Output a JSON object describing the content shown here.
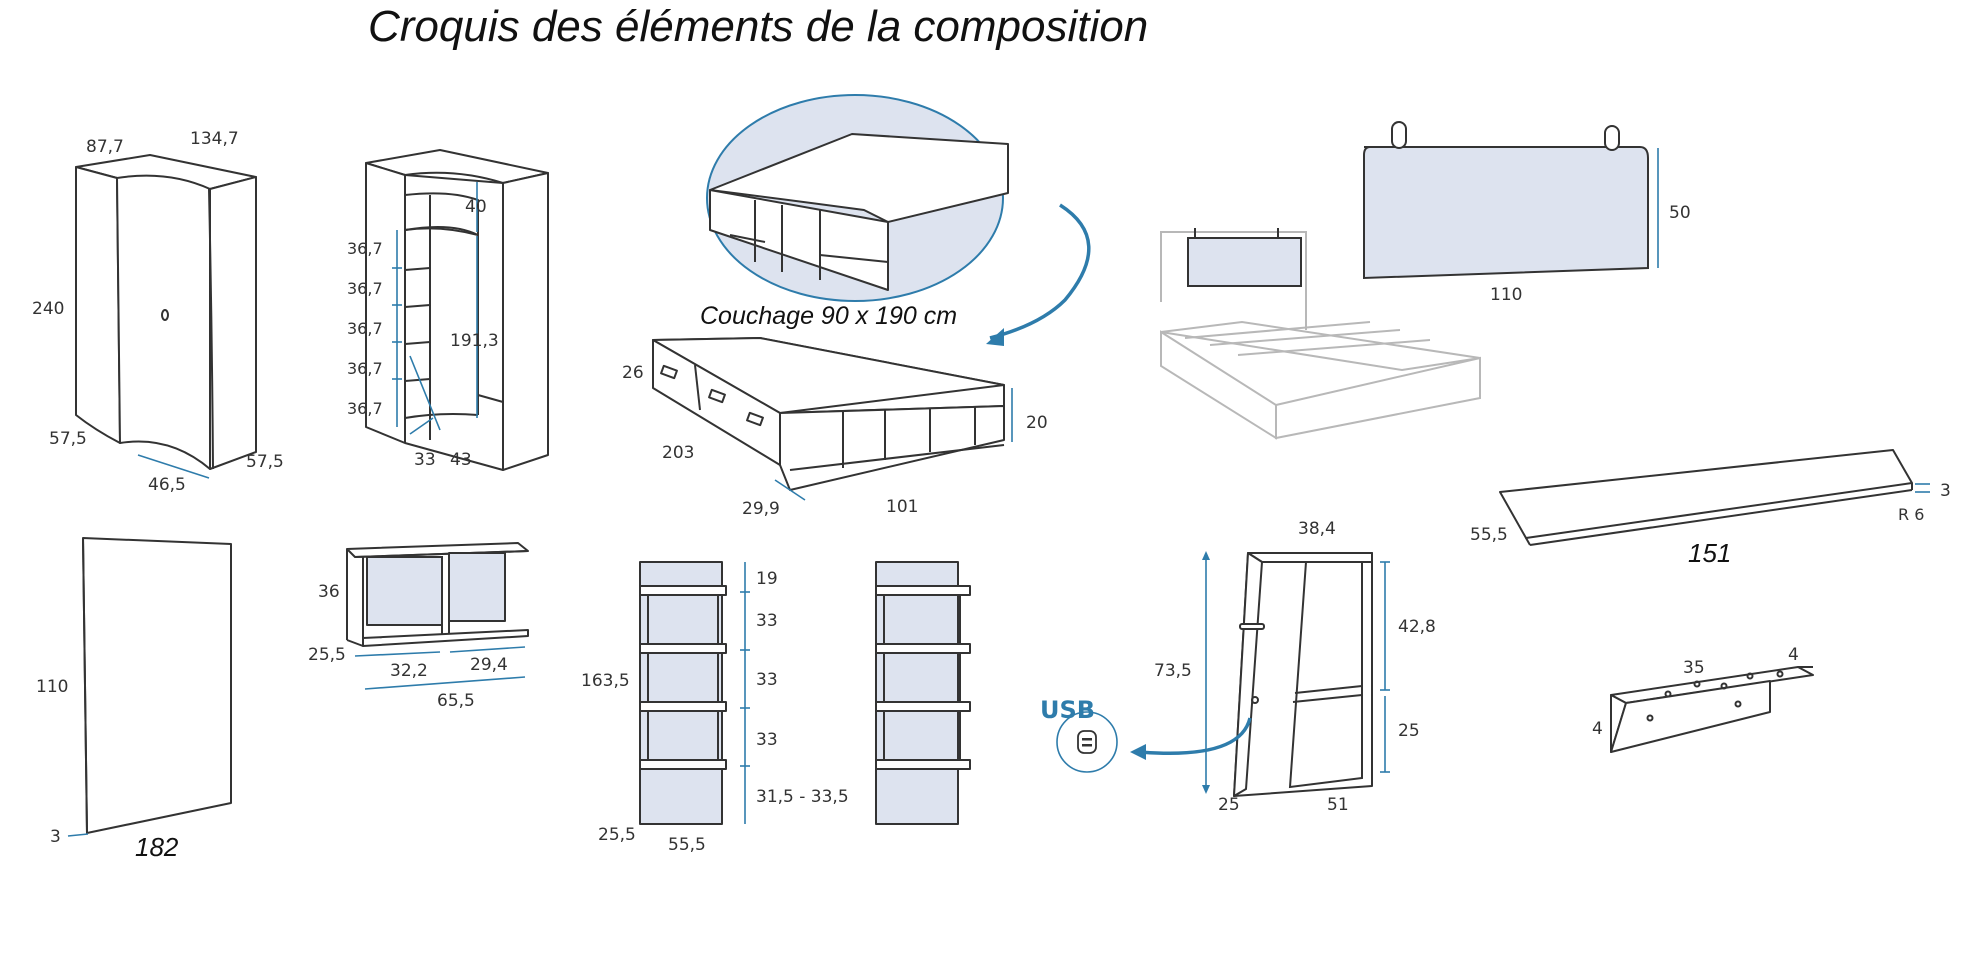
{
  "title": "Croquis des éléments de la composition",
  "wardrobe_corner": {
    "depth_left": "87,7",
    "depth_right": "134,7",
    "height": "240",
    "side_left": "57,5",
    "front": "46,5",
    "side_right": "57,5"
  },
  "wardrobe_interior": {
    "shelf_1": "36,7",
    "shelf_2": "36,7",
    "shelf_3": "36,7",
    "shelf_4": "36,7",
    "shelf_5": "36,7",
    "top_space": "40",
    "hanging_height": "191,3",
    "bottom_left": "33",
    "bottom_right": "43"
  },
  "bed": {
    "caption": "Couchage 90 x 190 cm",
    "height_side": "26",
    "length": "203",
    "height": "20",
    "drawer_depth": "29,9",
    "width": "101"
  },
  "headboard": {
    "height": "50",
    "width": "110"
  },
  "desk_top": {
    "depth": "55,5",
    "thickness": "3",
    "radius": "R 6",
    "length": "151"
  },
  "panel": {
    "height": "110",
    "thickness": "3",
    "length": "182"
  },
  "low_shelf": {
    "height": "36",
    "depth": "25,5",
    "section_1": "32,2",
    "section_2": "29,4",
    "width": "65,5"
  },
  "wall_shelf": {
    "top_space": "19",
    "space_1": "33",
    "space_2": "33",
    "space_3": "33",
    "bottom_space": "31,5 - 33,5",
    "height": "163,5",
    "depth": "25,5",
    "width": "55,5"
  },
  "nightstand": {
    "usb_label": "USB",
    "top_width": "38,4",
    "height": "73,5",
    "upper": "42,8",
    "lower": "25",
    "depth": "25",
    "width": "51"
  },
  "bracket": {
    "length": "35",
    "width": "4",
    "height": "4"
  }
}
